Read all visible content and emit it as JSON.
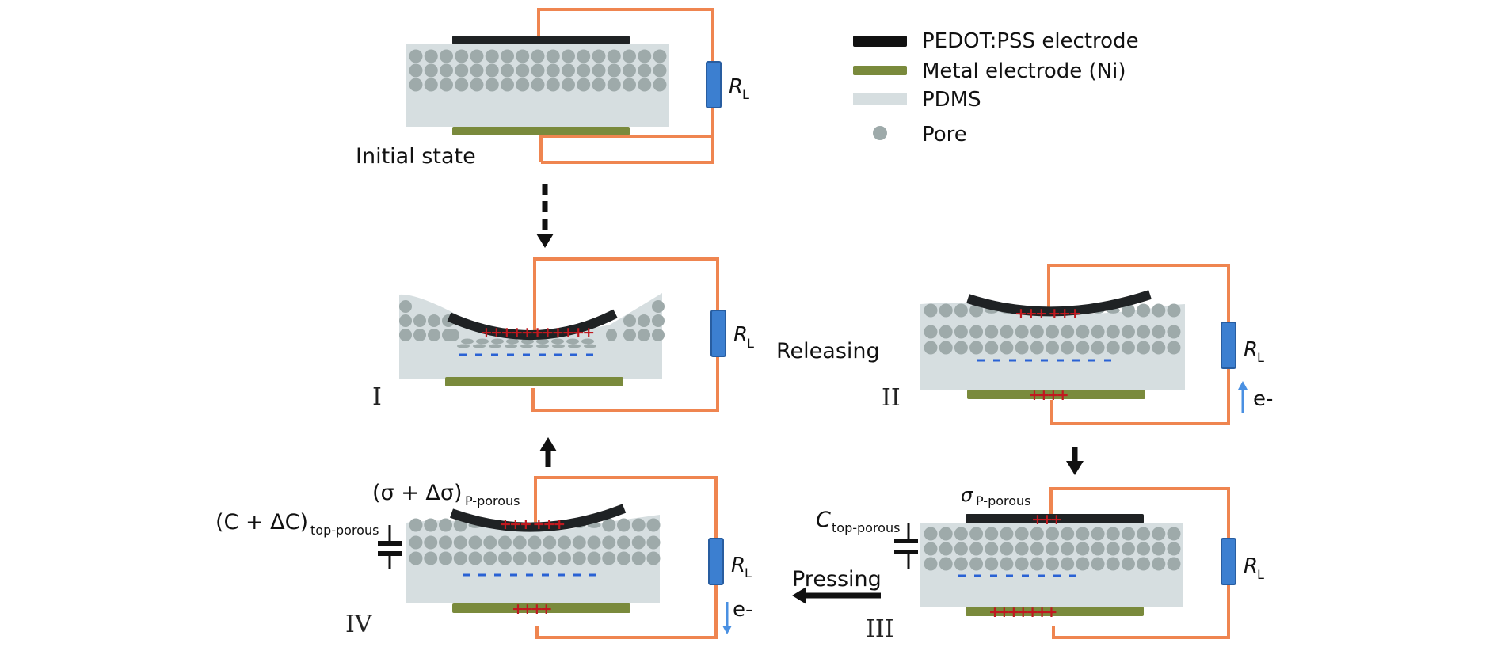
{
  "legend": {
    "items": [
      {
        "label": "PEDOT:PSS electrode",
        "color": "#111111",
        "kind": "bar"
      },
      {
        "label": "Metal electrode (Ni)",
        "color": "#7a8a3c",
        "kind": "bar"
      },
      {
        "label": "PDMS",
        "color": "#d6dee0",
        "kind": "bar"
      },
      {
        "label": "Pore",
        "color": "#9eaaaa",
        "kind": "dot"
      }
    ]
  },
  "colors": {
    "wire": "#ef8550",
    "resistor": "#3c7fd0",
    "pedot": "#1f2224",
    "metal": "#7a8a3c",
    "pdms": "#d6dee0",
    "pore": "#9eaaaa",
    "positive": "#c0191f",
    "negative": "#2a62d4",
    "arrow": "#111111",
    "electron_arrow": "#4a90e2"
  },
  "states": {
    "initial": {
      "label": "Initial state",
      "resistor": "R",
      "resistor_sub": "L"
    },
    "I": {
      "numeral": "I",
      "resistor": "R",
      "resistor_sub": "L",
      "top_charges": "+++++++++++"
    },
    "II": {
      "numeral": "II",
      "resistor": "R",
      "resistor_sub": "L",
      "top_charges": "+++ +++",
      "bottom_charges": "++++",
      "electron": "e-",
      "electron_direction": "up"
    },
    "III": {
      "numeral": "III",
      "resistor": "R",
      "resistor_sub": "L",
      "top_charges": "+++",
      "bottom_charges": "+++++++",
      "sigma": "σ",
      "sigma_sub": "P-porous",
      "cap": "C",
      "cap_sub": "top-porous"
    },
    "IV": {
      "numeral": "IV",
      "resistor": "R",
      "resistor_sub": "L",
      "top_charges": "+++ +++",
      "bottom_charges": "++++",
      "electron": "e-",
      "electron_direction": "down",
      "sigma": "(σ + Δσ)",
      "sigma_sub": "P-porous",
      "cap": "(C + ΔC)",
      "cap_sub": "top-porous"
    }
  },
  "transitions": {
    "releasing": "Releasing",
    "pressing": "Pressing"
  }
}
